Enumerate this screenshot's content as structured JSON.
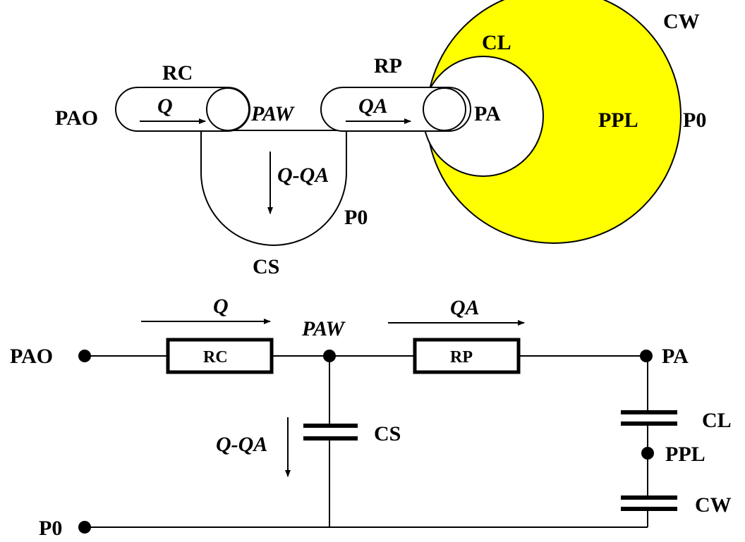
{
  "colors": {
    "lung_space": "#ffff00",
    "stroke": "#000000",
    "background": "#ffffff"
  },
  "schematic": {
    "rc": "RC",
    "rp": "RP",
    "pao": "PAO",
    "paw": "PAW",
    "pa": "PA",
    "ppl": "PPL",
    "cl": "CL",
    "cw": "CW",
    "cs": "CS",
    "p0_right": "P0",
    "p0_center": "P0",
    "flow_q": "Q",
    "flow_qa": "QA",
    "flow_shunt": "Q-QA"
  },
  "circuit": {
    "pao": "PAO",
    "paw": "PAW",
    "pa": "PA",
    "ppl": "PPL",
    "p0": "P0",
    "rc": "RC",
    "rp": "RP",
    "cs": "CS",
    "cl": "CL",
    "cw": "CW",
    "flow_q": "Q",
    "flow_qa": "QA",
    "flow_shunt": "Q-QA"
  }
}
